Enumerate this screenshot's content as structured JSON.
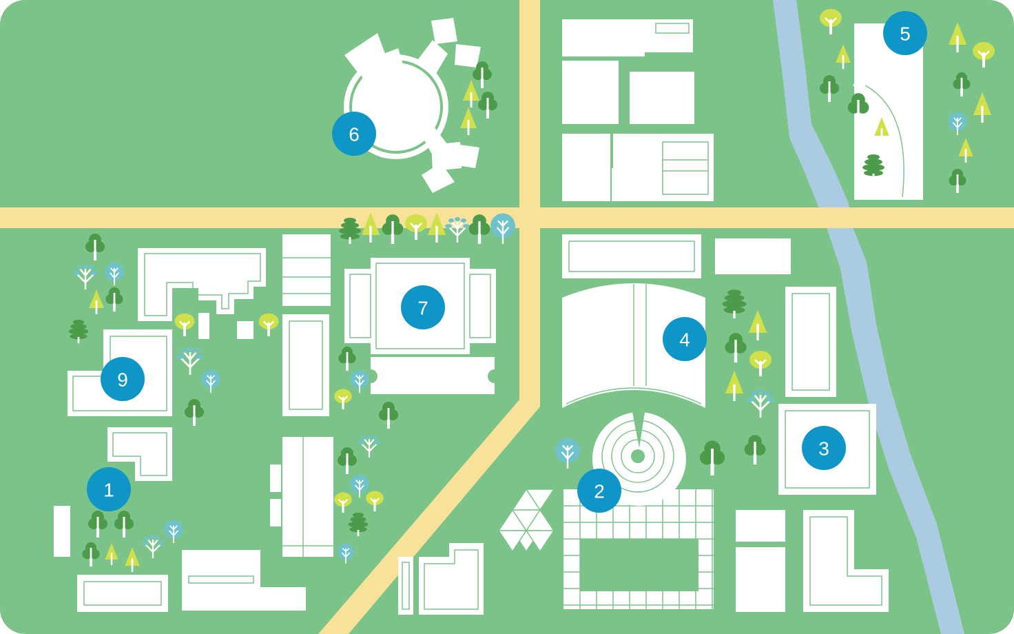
{
  "colors": {
    "ground": "#7cc38a",
    "road": "#f8e29a",
    "river": "#aacbe0",
    "building": "#ffffff",
    "building_outline": "#7cc38a",
    "marker": "#0f95c6",
    "marker_text": "#ffffff",
    "tree_dark": "#4b9b4a",
    "tree_lime": "#cfe04a",
    "tree_teal": "#6fc2c9"
  },
  "markers": [
    {
      "id": "1",
      "label": "1"
    },
    {
      "id": "2",
      "label": "2"
    },
    {
      "id": "3",
      "label": "3"
    },
    {
      "id": "4",
      "label": "4"
    },
    {
      "id": "5",
      "label": "5"
    },
    {
      "id": "6",
      "label": "6"
    },
    {
      "id": "7",
      "label": "7"
    },
    {
      "id": "9",
      "label": "9"
    }
  ]
}
